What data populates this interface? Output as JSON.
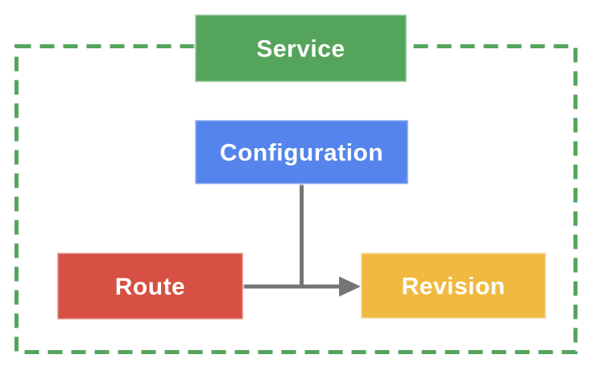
{
  "diagram": {
    "kind": "flowchart",
    "background": "#ffffff",
    "label_text_color": "#ffffff"
  },
  "boundary": {
    "color": "#55a45c",
    "style": "dashed"
  },
  "nodes": {
    "service": {
      "label": "Service",
      "color": "#55a45c"
    },
    "configuration": {
      "label": "Configuration",
      "color": "#5484ec"
    },
    "route": {
      "label": "Route",
      "color": "#d65043"
    },
    "revision": {
      "label": "Revision",
      "color": "#f0ba41"
    }
  },
  "connectors": {
    "color": "#757575",
    "edges": [
      {
        "from": "configuration",
        "to": "junction",
        "arrow": false
      },
      {
        "from": "route",
        "to": "revision",
        "arrow": true
      }
    ]
  }
}
